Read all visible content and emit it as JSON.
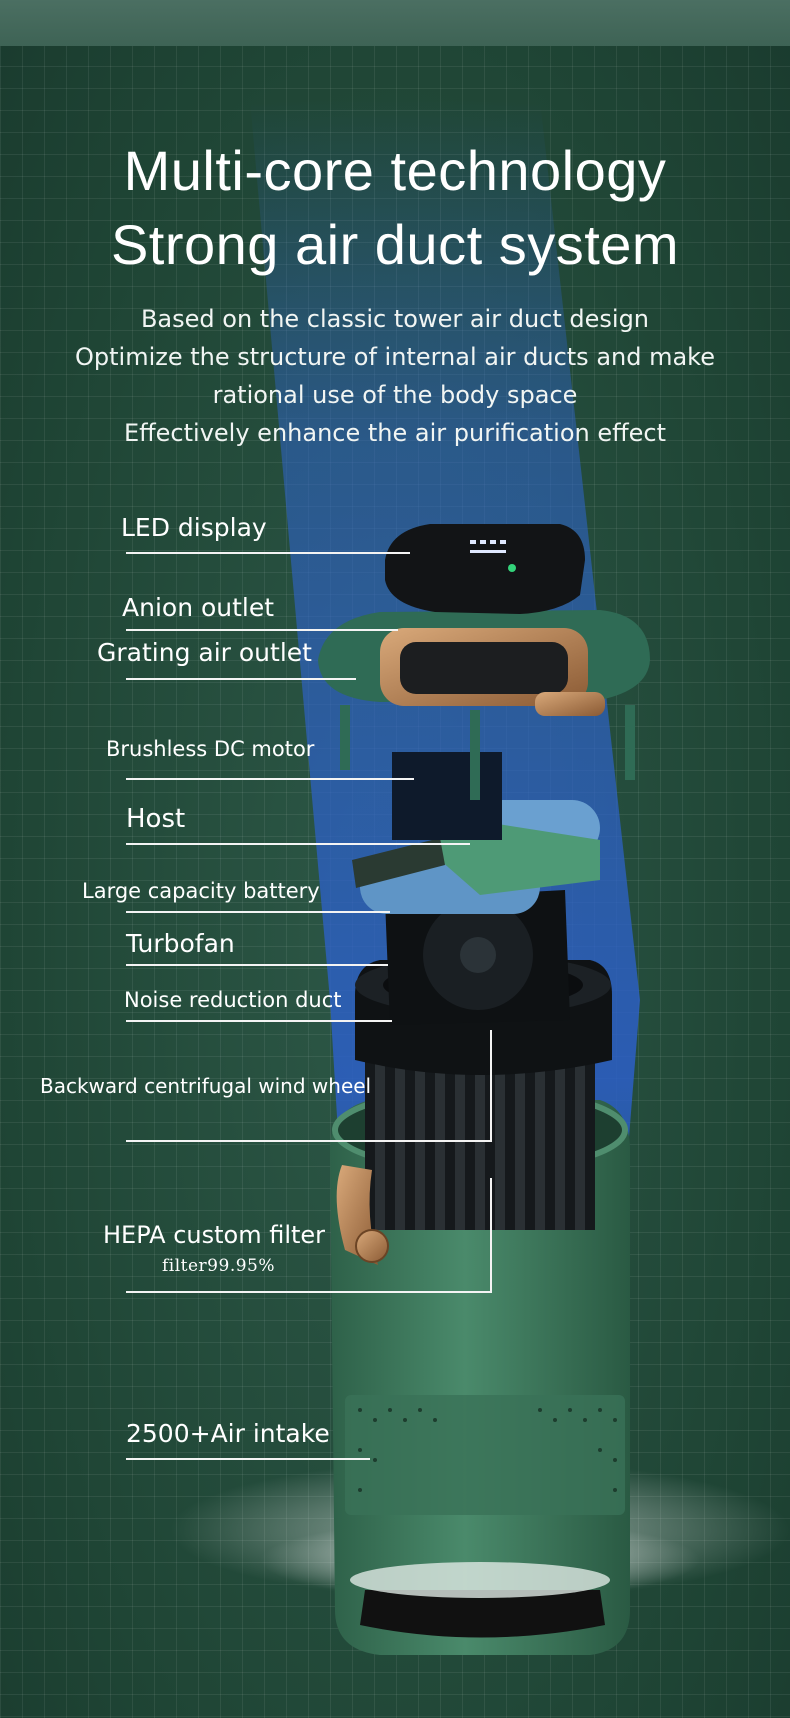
{
  "headline": {
    "line1": "Multi-core technology",
    "line2": "Strong air duct system"
  },
  "description": [
    "Based on the classic tower air duct design",
    "Optimize the structure of internal air ducts and make",
    "rational use of the body space",
    "Effectively enhance the air purification effect"
  ],
  "callouts": {
    "led_display": "LED display",
    "anion_outlet": "Anion outlet",
    "grating_air_outlet": "Grating air outlet",
    "brushless_dc_motor": "Brushless DC motor",
    "host": "Host",
    "large_capacity_battery": "Large capacity battery",
    "turbofan": "Turbofan",
    "noise_reduction_duct": "Noise reduction duct",
    "backward_centrifugal_wind_wheel": "Backward centrifugal wind wheel",
    "hepa_custom_filter": "HEPA custom filter",
    "filter_rate": "filter99.95%",
    "air_intake": "2500+Air intake"
  },
  "colors": {
    "background": "#244a3b",
    "body_green": "#3f7a5e",
    "copper": "#b98a5c",
    "blue_beam": "#2f63c9"
  }
}
